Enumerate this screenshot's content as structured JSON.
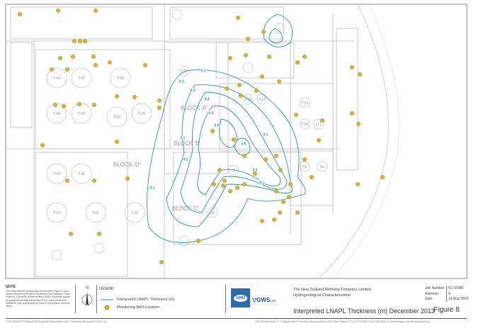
{
  "map": {
    "block_labels": [
      "BLOCK 'A'",
      "BLOCK 'B'",
      "BLOCK 'C'",
      "BLOCK 'D'"
    ],
    "tank_labels": [
      "T-66",
      "T-56",
      "T-55",
      "T-54",
      "T-69",
      "T-58",
      "T-29",
      "T-44",
      "T-35",
      "T-62",
      "T-61",
      "T-10",
      "T-11",
      "T-14",
      "T-12",
      "T-15",
      "T-16",
      "LI 1",
      "53",
      "54",
      "51",
      "52"
    ],
    "contour_labels": [
      "0.1",
      "0.2",
      "0.3",
      "0.4",
      "0.5",
      "0.6"
    ],
    "colors": {
      "contour": "#2a9696",
      "well": "#e8b020",
      "linework": "#b8b8b8"
    }
  },
  "note": {
    "title": "NOTE",
    "text": "This map features shown are derived from Figure 6 and earlier Monitoring Product Thickness Plan Marsden Point Refinery. Contours of interpreted LNAPL thickness based on gauged well data December 2013. Interpretation is indicative only and should be read in conjunction with the report."
  },
  "north_arrow": {
    "label": "N"
  },
  "legend": {
    "title": "LEGEND",
    "items": [
      {
        "label": "Interpreted LNAPL Thickness (m)",
        "symbol": "contour-line"
      },
      {
        "label": "Monitoring Well Location",
        "symbol": "well-marker"
      }
    ]
  },
  "logos": {
    "ghd": "GHD",
    "gws": "GWS",
    "gws_suffix": "LTD"
  },
  "client": {
    "company": "The New Zealand Refining Company Limited",
    "project": "Hydrogeological Characterisation"
  },
  "meta": {
    "job_number_label": "Job Number",
    "job_number": "51-32080",
    "revision_label": "Revision",
    "revision": "0",
    "date_label": "Date",
    "date": "10 Aug 2014"
  },
  "figure": {
    "title": "Interpreted LNAPL Thickness (m) December 2013",
    "number": "Figure 8"
  },
  "footer": {
    "path": "G:\\51\\32080\\GIS\\Maps\\MXD\\Figure 8 Interpreted LNAPL Thickness December 2013.mxd",
    "contact": "GHD Centre Level 3, 27 Napier Street Freemans Bay Auckland 1010 New Zealand   T 64 9 370 8000   F 64 9 370 8001   E aklmail@ghd.com   W www.ghd.com"
  }
}
